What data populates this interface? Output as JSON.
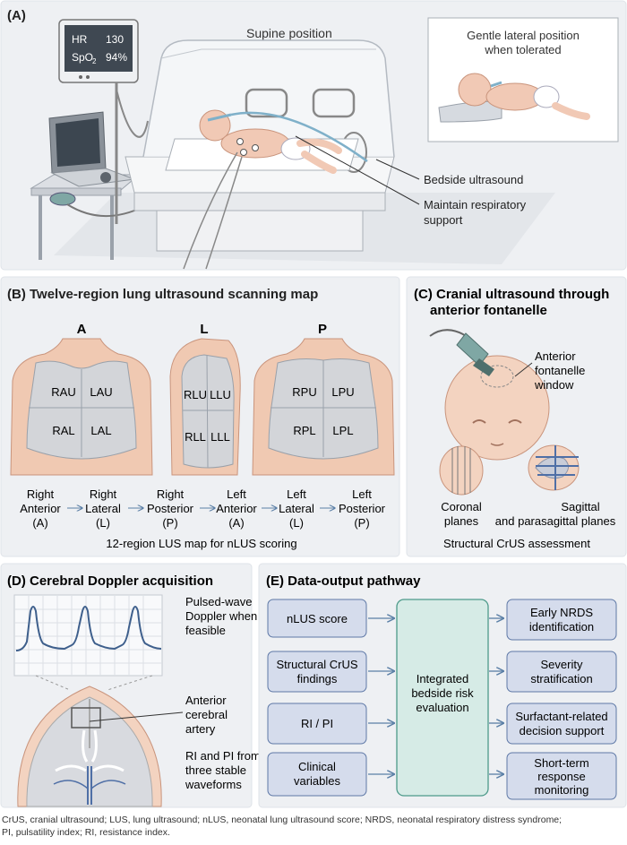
{
  "panel_a": {
    "label": "(A)",
    "supine": "Supine position",
    "monitor": {
      "hr_label": "HR",
      "hr_value": "130",
      "spo2_label": "SpO",
      "spo2_sub": "2",
      "spo2_value": "94%"
    },
    "inset_line1": "Gentle lateral position",
    "inset_line2": "when tolerated",
    "callout_ultrasound": "Bedside ultrasound",
    "callout_resp_line1": "Maintain respiratory",
    "callout_resp_line2": "support"
  },
  "panel_b": {
    "title": "(B) Twelve-region lung ultrasound scanning map",
    "views": [
      "A",
      "L",
      "P"
    ],
    "regions_a": [
      "RAU",
      "LAU",
      "RAL",
      "LAL"
    ],
    "regions_l": [
      "RLU",
      "LLU",
      "RLL",
      "LLL"
    ],
    "regions_p": [
      "RPU",
      "LPU",
      "RPL",
      "LPL"
    ],
    "sequence": [
      {
        "l1": "Right",
        "l2": "Anterior",
        "l3": "(A)"
      },
      {
        "l1": "Right",
        "l2": "Lateral",
        "l3": "(L)"
      },
      {
        "l1": "Right",
        "l2": "Posterior",
        "l3": "(P)"
      },
      {
        "l1": "Left",
        "l2": "Anterior",
        "l3": "(A)"
      },
      {
        "l1": "Left",
        "l2": "Lateral",
        "l3": "(L)"
      },
      {
        "l1": "Left",
        "l2": "Posterior",
        "l3": "(P)"
      }
    ],
    "caption": "12-region LUS map for nLUS scoring"
  },
  "panel_c": {
    "title_line1": "(C) Cranial ultrasound through",
    "title_line2": "anterior fontanelle",
    "window_line1": "Anterior",
    "window_line2": "fontanelle",
    "window_line3": "window",
    "coronal_line1": "Coronal",
    "coronal_line2": "planes",
    "sagittal_line1": "Sagittal",
    "sagittal_line2": "and parasagittal planes",
    "caption": "Structural CrUS assessment"
  },
  "panel_d": {
    "title": "(D) Cerebral Doppler acquisition",
    "pw_line1": "Pulsed-wave",
    "pw_line2": "Doppler when",
    "pw_line3": "feasible",
    "aca_line1": "Anterior",
    "aca_line2": "cerebral",
    "aca_line3": "artery",
    "ri_line1": "RI and PI from",
    "ri_line2": "three stable",
    "ri_line3": "waveforms"
  },
  "panel_e": {
    "title": "(E) Data-output pathway",
    "inputs": [
      {
        "l1": "nLUS score",
        "l2": ""
      },
      {
        "l1": "Structural CrUS",
        "l2": "findings"
      },
      {
        "l1": "RI / PI",
        "l2": ""
      },
      {
        "l1": "Clinical",
        "l2": "variables"
      }
    ],
    "center_line1": "Integrated",
    "center_line2": "bedside risk",
    "center_line3": "evaluation",
    "outputs": [
      {
        "l1": "Early NRDS",
        "l2": "identification"
      },
      {
        "l1": "Severity",
        "l2": "stratification"
      },
      {
        "l1": "Surfactant-related",
        "l2": "decision support"
      },
      {
        "l1": "Short-term",
        "l2": "response"
      }
    ],
    "output_last_line3": "monitoring"
  },
  "footer": {
    "line1": "CrUS, cranial ultrasound; LUS, lung ultrasound; nLUS, neonatal lung ultrasound score; NRDS, neonatal respiratory distress syndrome;",
    "line2": "PI, pulsatility index; RI, resistance index."
  }
}
